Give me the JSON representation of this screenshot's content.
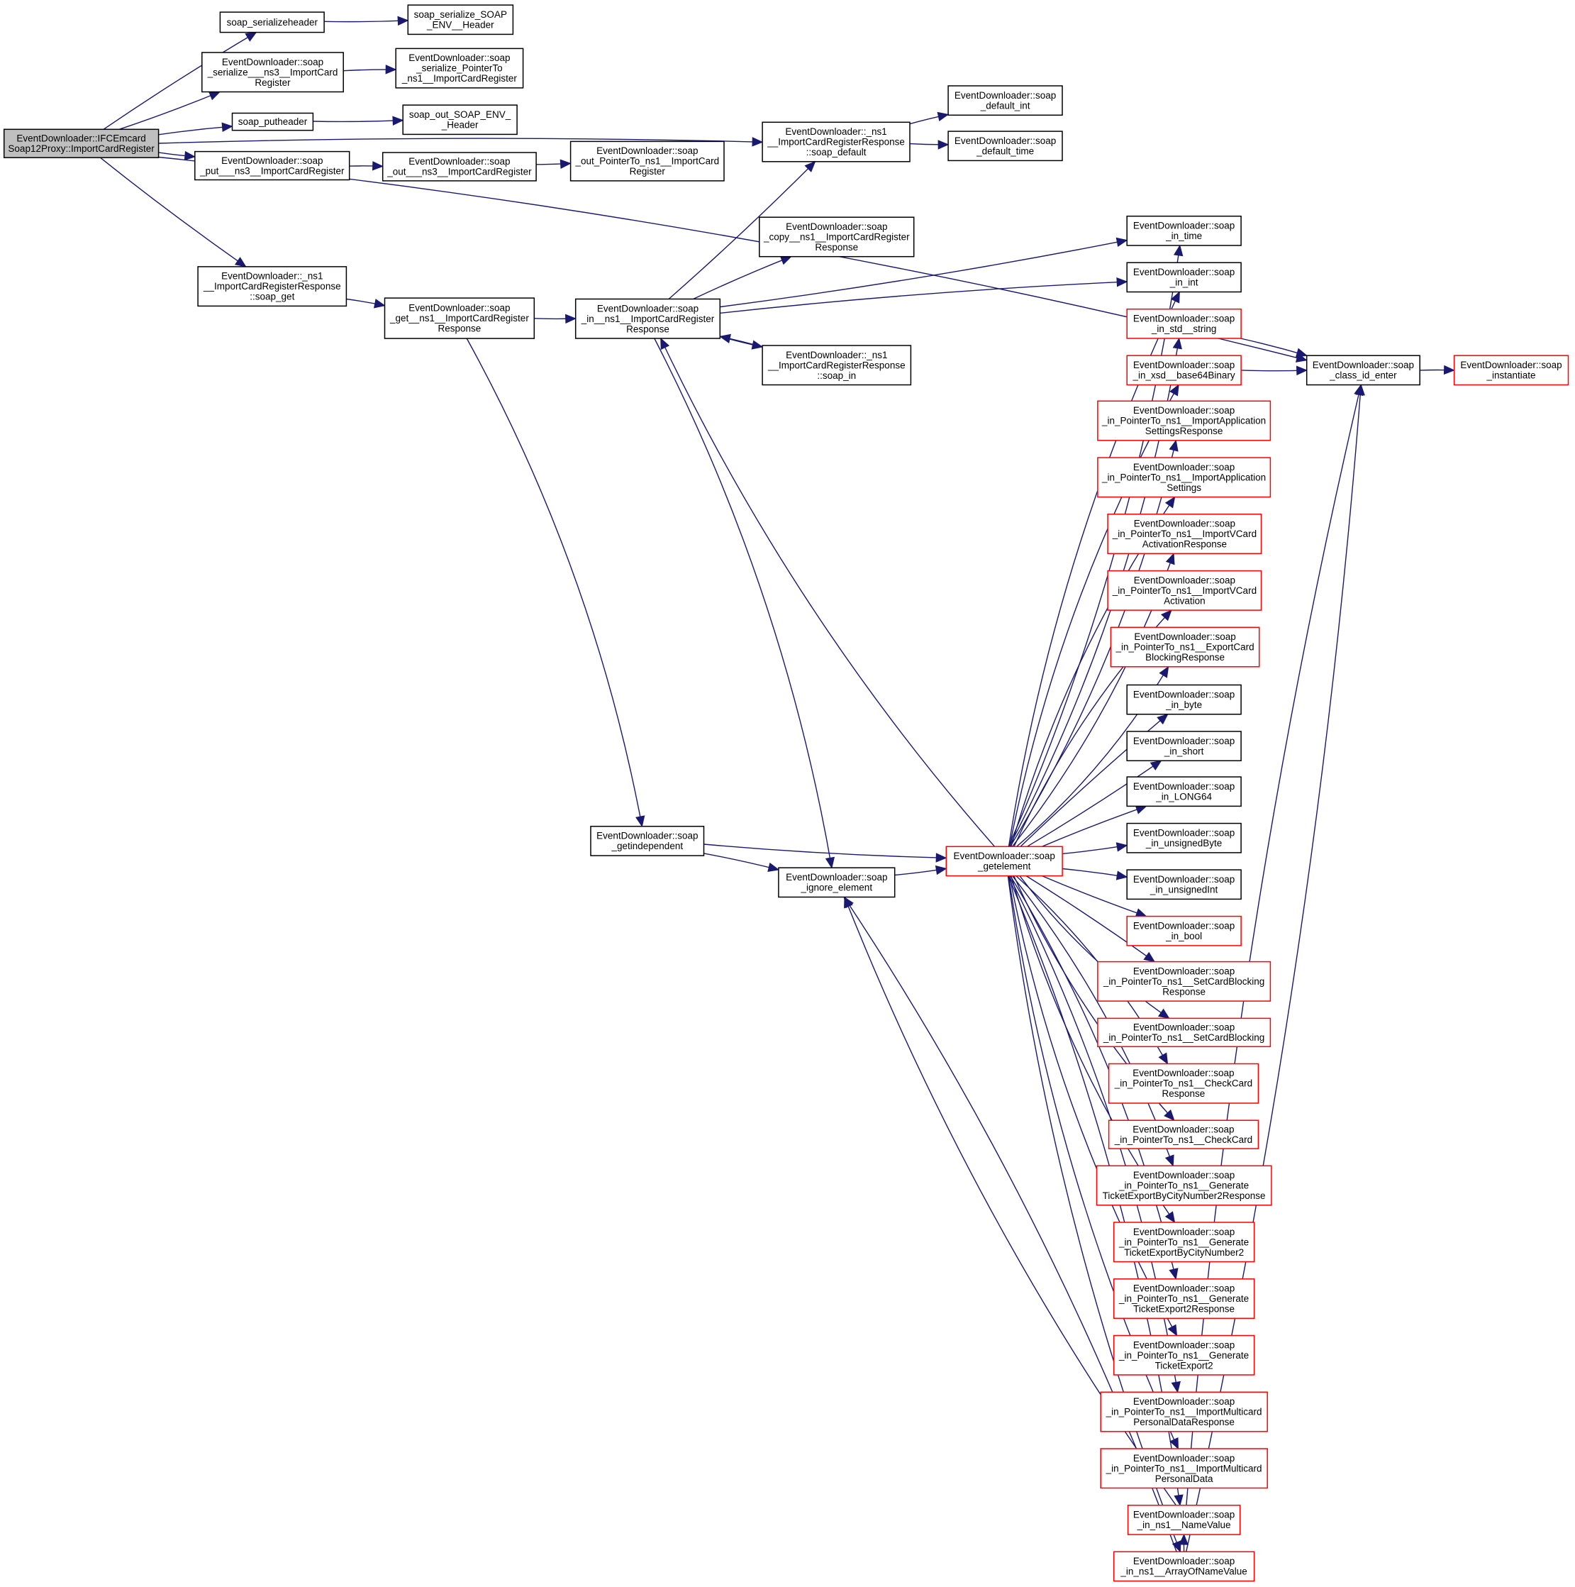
{
  "diagram": {
    "type": "call-graph",
    "colors": {
      "edge": "#191970",
      "node_border": "#000000",
      "node_border_truncated": "#ff0000",
      "root_fill": "#bfbfbf",
      "node_fill": "#ffffff"
    },
    "nodes": [
      {
        "id": "root",
        "lines": [
          "EventDownloader::IFCEmcard",
          "Soap12Proxy::ImportCardRegister"
        ],
        "style": "root"
      },
      {
        "id": "serializeheader",
        "lines": [
          "soap_serializeheader"
        ],
        "style": "normal"
      },
      {
        "id": "ser_soap_env_header",
        "lines": [
          "soap_serialize_SOAP",
          "_ENV__Header"
        ],
        "style": "normal"
      },
      {
        "id": "ser_ns3",
        "lines": [
          "EventDownloader::soap",
          "_serialize___ns3__ImportCard",
          "Register"
        ],
        "style": "normal"
      },
      {
        "id": "ser_ptr_ns1",
        "lines": [
          "EventDownloader::soap",
          "_serialize_PointerTo",
          "_ns1__ImportCardRegister"
        ],
        "style": "normal"
      },
      {
        "id": "putheader",
        "lines": [
          "soap_putheader"
        ],
        "style": "normal"
      },
      {
        "id": "out_soap_env_header",
        "lines": [
          "soap_out_SOAP_ENV_",
          "_Header"
        ],
        "style": "normal"
      },
      {
        "id": "put_ns3",
        "lines": [
          "EventDownloader::soap",
          "_put___ns3__ImportCardRegister"
        ],
        "style": "normal"
      },
      {
        "id": "out_ns3",
        "lines": [
          "EventDownloader::soap",
          "_out___ns3__ImportCardRegister"
        ],
        "style": "normal"
      },
      {
        "id": "out_ptr_ns1",
        "lines": [
          "EventDownloader::soap",
          "_out_PointerTo_ns1__ImportCard",
          "Register"
        ],
        "style": "normal"
      },
      {
        "id": "soap_default",
        "lines": [
          "EventDownloader::_ns1",
          "__ImportCardRegisterResponse",
          "::soap_default"
        ],
        "style": "normal"
      },
      {
        "id": "default_int",
        "lines": [
          "EventDownloader::soap",
          "_default_int"
        ],
        "style": "normal"
      },
      {
        "id": "default_time",
        "lines": [
          "EventDownloader::soap",
          "_default_time"
        ],
        "style": "normal"
      },
      {
        "id": "copy_ns1",
        "lines": [
          "EventDownloader::soap",
          "_copy__ns1__ImportCardRegister",
          "Response"
        ],
        "style": "normal"
      },
      {
        "id": "soap_get",
        "lines": [
          "EventDownloader::_ns1",
          "__ImportCardRegisterResponse",
          "::soap_get"
        ],
        "style": "normal"
      },
      {
        "id": "get_ns1",
        "lines": [
          "EventDownloader::soap",
          "_get__ns1__ImportCardRegister",
          "Response"
        ],
        "style": "normal"
      },
      {
        "id": "in_ns1",
        "lines": [
          "EventDownloader::soap",
          "_in__ns1__ImportCardRegister",
          "Response"
        ],
        "style": "normal"
      },
      {
        "id": "soap_in",
        "lines": [
          "EventDownloader::_ns1",
          "__ImportCardRegisterResponse",
          "::soap_in"
        ],
        "style": "normal"
      },
      {
        "id": "in_time",
        "lines": [
          "EventDownloader::soap",
          "_in_time"
        ],
        "style": "normal"
      },
      {
        "id": "in_int",
        "lines": [
          "EventDownloader::soap",
          "_in_int"
        ],
        "style": "normal"
      },
      {
        "id": "in_std_string",
        "lines": [
          "EventDownloader::soap",
          "_in_std__string"
        ],
        "style": "red"
      },
      {
        "id": "in_base64",
        "lines": [
          "EventDownloader::soap",
          "_in_xsd__base64Binary"
        ],
        "style": "red"
      },
      {
        "id": "class_id_enter",
        "lines": [
          "EventDownloader::soap",
          "_class_id_enter"
        ],
        "style": "normal"
      },
      {
        "id": "instantiate",
        "lines": [
          "EventDownloader::soap",
          "_instantiate"
        ],
        "style": "red"
      },
      {
        "id": "in_ptr_appsettings_resp",
        "lines": [
          "EventDownloader::soap",
          "_in_PointerTo_ns1__ImportApplication",
          "SettingsResponse"
        ],
        "style": "red"
      },
      {
        "id": "in_ptr_appsettings",
        "lines": [
          "EventDownloader::soap",
          "_in_PointerTo_ns1__ImportApplication",
          "Settings"
        ],
        "style": "red"
      },
      {
        "id": "in_ptr_vcard_resp",
        "lines": [
          "EventDownloader::soap",
          "_in_PointerTo_ns1__ImportVCard",
          "ActivationResponse"
        ],
        "style": "red"
      },
      {
        "id": "in_ptr_vcard",
        "lines": [
          "EventDownloader::soap",
          "_in_PointerTo_ns1__ImportVCard",
          "Activation"
        ],
        "style": "red"
      },
      {
        "id": "in_ptr_exportblock_resp",
        "lines": [
          "EventDownloader::soap",
          "_in_PointerTo_ns1__ExportCard",
          "BlockingResponse"
        ],
        "style": "red"
      },
      {
        "id": "in_byte",
        "lines": [
          "EventDownloader::soap",
          "_in_byte"
        ],
        "style": "normal"
      },
      {
        "id": "in_short",
        "lines": [
          "EventDownloader::soap",
          "_in_short"
        ],
        "style": "normal"
      },
      {
        "id": "in_long64",
        "lines": [
          "EventDownloader::soap",
          "_in_LONG64"
        ],
        "style": "normal"
      },
      {
        "id": "in_ubyte",
        "lines": [
          "EventDownloader::soap",
          "_in_unsignedByte"
        ],
        "style": "normal"
      },
      {
        "id": "in_uint",
        "lines": [
          "EventDownloader::soap",
          "_in_unsignedInt"
        ],
        "style": "normal"
      },
      {
        "id": "in_bool",
        "lines": [
          "EventDownloader::soap",
          "_in_bool"
        ],
        "style": "red"
      },
      {
        "id": "in_ptr_setblock_resp",
        "lines": [
          "EventDownloader::soap",
          "_in_PointerTo_ns1__SetCardBlocking",
          "Response"
        ],
        "style": "red"
      },
      {
        "id": "in_ptr_setblock",
        "lines": [
          "EventDownloader::soap",
          "_in_PointerTo_ns1__SetCardBlocking"
        ],
        "style": "red"
      },
      {
        "id": "in_ptr_checkcard_resp",
        "lines": [
          "EventDownloader::soap",
          "_in_PointerTo_ns1__CheckCard",
          "Response"
        ],
        "style": "red"
      },
      {
        "id": "in_ptr_checkcard",
        "lines": [
          "EventDownloader::soap",
          "_in_PointerTo_ns1__CheckCard"
        ],
        "style": "red"
      },
      {
        "id": "in_ptr_gen_city_resp",
        "lines": [
          "EventDownloader::soap",
          "_in_PointerTo_ns1__Generate",
          "TicketExportByCityNumber2Response"
        ],
        "style": "red"
      },
      {
        "id": "in_ptr_gen_city",
        "lines": [
          "EventDownloader::soap",
          "_in_PointerTo_ns1__Generate",
          "TicketExportByCityNumber2"
        ],
        "style": "red"
      },
      {
        "id": "in_ptr_gen2_resp",
        "lines": [
          "EventDownloader::soap",
          "_in_PointerTo_ns1__Generate",
          "TicketExport2Response"
        ],
        "style": "red"
      },
      {
        "id": "in_ptr_gen2",
        "lines": [
          "EventDownloader::soap",
          "_in_PointerTo_ns1__Generate",
          "TicketExport2"
        ],
        "style": "red"
      },
      {
        "id": "in_ptr_multicard_resp",
        "lines": [
          "EventDownloader::soap",
          "_in_PointerTo_ns1__ImportMulticard",
          "PersonalDataResponse"
        ],
        "style": "red"
      },
      {
        "id": "in_ptr_multicard",
        "lines": [
          "EventDownloader::soap",
          "_in_PointerTo_ns1__ImportMulticard",
          "PersonalData"
        ],
        "style": "red"
      },
      {
        "id": "in_namevalue",
        "lines": [
          "EventDownloader::soap",
          "_in_ns1__NameValue"
        ],
        "style": "red"
      },
      {
        "id": "in_array_namevalue",
        "lines": [
          "EventDownloader::soap",
          "_in_ns1__ArrayOfNameValue"
        ],
        "style": "red"
      },
      {
        "id": "getindependent",
        "lines": [
          "EventDownloader::soap",
          "_getindependent"
        ],
        "style": "normal"
      },
      {
        "id": "ignore_element",
        "lines": [
          "EventDownloader::soap",
          "_ignore_element"
        ],
        "style": "normal"
      },
      {
        "id": "getelement",
        "lines": [
          "EventDownloader::soap",
          "_getelement"
        ],
        "style": "red"
      }
    ],
    "edges": [
      [
        "root",
        "serializeheader"
      ],
      [
        "root",
        "ser_ns3"
      ],
      [
        "root",
        "putheader"
      ],
      [
        "root",
        "put_ns3"
      ],
      [
        "root",
        "soap_default"
      ],
      [
        "root",
        "soap_get"
      ],
      [
        "root",
        "class_id_enter"
      ],
      [
        "serializeheader",
        "ser_soap_env_header"
      ],
      [
        "ser_ns3",
        "ser_ptr_ns1"
      ],
      [
        "putheader",
        "out_soap_env_header"
      ],
      [
        "put_ns3",
        "out_ns3"
      ],
      [
        "out_ns3",
        "out_ptr_ns1"
      ],
      [
        "soap_default",
        "default_int"
      ],
      [
        "soap_default",
        "default_time"
      ],
      [
        "soap_get",
        "get_ns1"
      ],
      [
        "get_ns1",
        "in_ns1"
      ],
      [
        "get_ns1",
        "getindependent"
      ],
      [
        "in_ns1",
        "soap_default"
      ],
      [
        "in_ns1",
        "copy_ns1"
      ],
      [
        "in_ns1",
        "in_time"
      ],
      [
        "in_ns1",
        "in_int"
      ],
      [
        "in_ns1",
        "soap_in"
      ],
      [
        "in_ns1",
        "ignore_element"
      ],
      [
        "soap_in",
        "in_ns1"
      ],
      [
        "in_std_string",
        "class_id_enter"
      ],
      [
        "in_base64",
        "class_id_enter"
      ],
      [
        "class_id_enter",
        "instantiate"
      ],
      [
        "getindependent",
        "getelement"
      ],
      [
        "getindependent",
        "ignore_element"
      ],
      [
        "ignore_element",
        "getelement"
      ],
      [
        "getelement",
        "in_ns1"
      ],
      [
        "getelement",
        "in_time"
      ],
      [
        "getelement",
        "in_int"
      ],
      [
        "getelement",
        "in_std_string"
      ],
      [
        "getelement",
        "in_base64"
      ],
      [
        "getelement",
        "in_ptr_appsettings_resp"
      ],
      [
        "getelement",
        "in_ptr_appsettings"
      ],
      [
        "getelement",
        "in_ptr_vcard_resp"
      ],
      [
        "getelement",
        "in_ptr_vcard"
      ],
      [
        "getelement",
        "in_ptr_exportblock_resp"
      ],
      [
        "getelement",
        "in_byte"
      ],
      [
        "getelement",
        "in_short"
      ],
      [
        "getelement",
        "in_long64"
      ],
      [
        "getelement",
        "in_ubyte"
      ],
      [
        "getelement",
        "in_uint"
      ],
      [
        "getelement",
        "in_bool"
      ],
      [
        "getelement",
        "in_ptr_setblock_resp"
      ],
      [
        "getelement",
        "in_ptr_setblock"
      ],
      [
        "getelement",
        "in_ptr_checkcard_resp"
      ],
      [
        "getelement",
        "in_ptr_checkcard"
      ],
      [
        "getelement",
        "in_ptr_gen_city_resp"
      ],
      [
        "getelement",
        "in_ptr_gen_city"
      ],
      [
        "getelement",
        "in_ptr_gen2_resp"
      ],
      [
        "getelement",
        "in_ptr_gen2"
      ],
      [
        "getelement",
        "in_ptr_multicard_resp"
      ],
      [
        "getelement",
        "in_ptr_multicard"
      ],
      [
        "getelement",
        "in_namevalue"
      ],
      [
        "getelement",
        "in_array_namevalue"
      ],
      [
        "in_namevalue",
        "class_id_enter"
      ],
      [
        "in_array_namevalue",
        "class_id_enter"
      ],
      [
        "in_array_namevalue",
        "in_namevalue"
      ],
      [
        "in_array_namevalue",
        "ignore_element"
      ],
      [
        "in_namevalue",
        "ignore_element"
      ]
    ]
  }
}
